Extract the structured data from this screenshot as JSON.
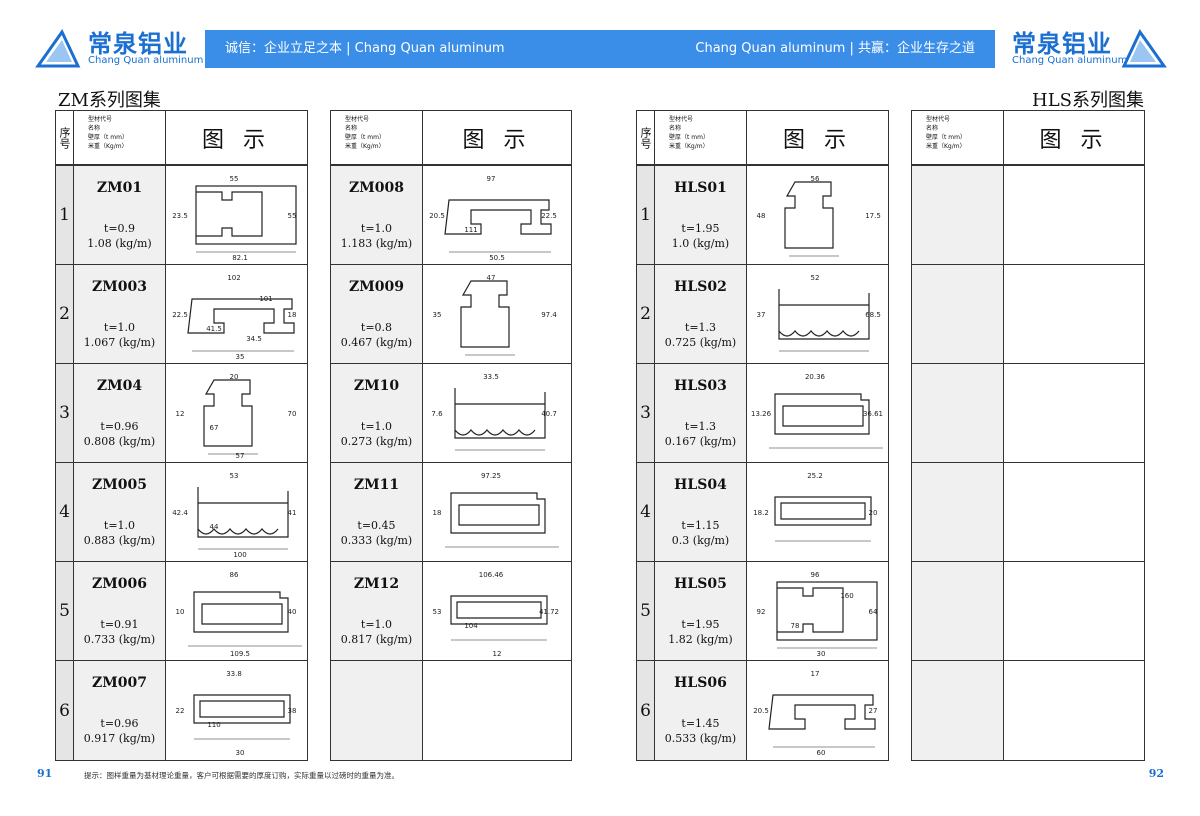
{
  "header": {
    "logo_cn": "常泉铝业",
    "logo_en": "Chang Quan aluminum",
    "logo_mark_text": "常泉",
    "left_slogan": "诚信：企业立足之本 | Chang Quan aluminum",
    "right_slogan": "Chang Quan aluminum | 共赢：企业生存之道",
    "brand_color": "#3b8ee8"
  },
  "left_section_title": "ZM系列图集",
  "right_section_title": "HLS系列图集",
  "table_header": {
    "index_label": "序号",
    "info_lines": [
      "型材代号",
      "名称",
      "壁厚（t mm）",
      "米重（Kg/m）"
    ],
    "picture_label": "图 示"
  },
  "row_indices": [
    "1",
    "2",
    "3",
    "4",
    "5",
    "6"
  ],
  "tables": [
    {
      "profiles": [
        {
          "code": "ZM01",
          "thickness": "t=0.9",
          "weight": "1.08 (kg/m)",
          "dims": [
            "55",
            "23.5",
            "55",
            "82.1"
          ]
        },
        {
          "code": "ZM003",
          "thickness": "t=1.0",
          "weight": "1.067 (kg/m)",
          "dims": [
            "102",
            "22.5",
            "18",
            "35",
            "41.5",
            "101",
            "34.5"
          ]
        },
        {
          "code": "ZM04",
          "thickness": "t=0.96",
          "weight": "0.808 (kg/m)",
          "dims": [
            "20",
            "12",
            "70",
            "57",
            "67"
          ]
        },
        {
          "code": "ZM005",
          "thickness": "t=1.0",
          "weight": "0.883 (kg/m)",
          "dims": [
            "53",
            "42.4",
            "41",
            "100",
            "44"
          ]
        },
        {
          "code": "ZM006",
          "thickness": "t=0.91",
          "weight": "0.733 (kg/m)",
          "dims": [
            "86",
            "10",
            "40",
            "109.5"
          ]
        },
        {
          "code": "ZM007",
          "thickness": "t=0.96",
          "weight": "0.917 (kg/m)",
          "dims": [
            "33.8",
            "22",
            "38",
            "30",
            "110"
          ]
        }
      ]
    },
    {
      "profiles": [
        {
          "code": "ZM008",
          "thickness": "t=1.0",
          "weight": "1.183 (kg/m)",
          "dims": [
            "97",
            "20.5",
            "22.5",
            "50.5",
            "111"
          ]
        },
        {
          "code": "ZM009",
          "thickness": "t=0.8",
          "weight": "0.467 (kg/m)",
          "dims": [
            "47",
            "35",
            "97.4"
          ]
        },
        {
          "code": "ZM10",
          "thickness": "t=1.0",
          "weight": "0.273 (kg/m)",
          "dims": [
            "33.5",
            "7.6",
            "40.7"
          ]
        },
        {
          "code": "ZM11",
          "thickness": "t=0.45",
          "weight": "0.333 (kg/m)",
          "dims": [
            "97.25",
            "18"
          ]
        },
        {
          "code": "ZM12",
          "thickness": "t=1.0",
          "weight": "0.817 (kg/m)",
          "dims": [
            "106.46",
            "53",
            "41.72",
            "12",
            "104"
          ]
        },
        null
      ]
    },
    {
      "profiles": [
        {
          "code": "HLS01",
          "thickness": "t=1.95",
          "weight": "1.0 (kg/m)",
          "dims": [
            "56",
            "48",
            "17.5"
          ]
        },
        {
          "code": "HLS02",
          "thickness": "t=1.3",
          "weight": "0.725 (kg/m)",
          "dims": [
            "52",
            "37",
            "68.5"
          ]
        },
        {
          "code": "HLS03",
          "thickness": "t=1.3",
          "weight": "0.167 (kg/m)",
          "dims": [
            "20.36",
            "13.26",
            "36.61"
          ]
        },
        {
          "code": "HLS04",
          "thickness": "t=1.15",
          "weight": "0.3 (kg/m)",
          "dims": [
            "25.2",
            "18.2",
            "20"
          ]
        },
        {
          "code": "HLS05",
          "thickness": "t=1.95",
          "weight": "1.82 (kg/m)",
          "dims": [
            "96",
            "92",
            "64",
            "30",
            "78",
            "160"
          ]
        },
        {
          "code": "HLS06",
          "thickness": "t=1.45",
          "weight": "0.533 (kg/m)",
          "dims": [
            "17",
            "20.5",
            "27",
            "60"
          ]
        }
      ]
    },
    {
      "profiles": [
        null,
        null,
        null,
        null,
        null,
        null
      ]
    }
  ],
  "footer_note": "提示：图样重量为基材理论重量，客户可根据需要的厚度订购，实际重量以过磅时的重量为准。",
  "page_left": "91",
  "page_right": "92"
}
